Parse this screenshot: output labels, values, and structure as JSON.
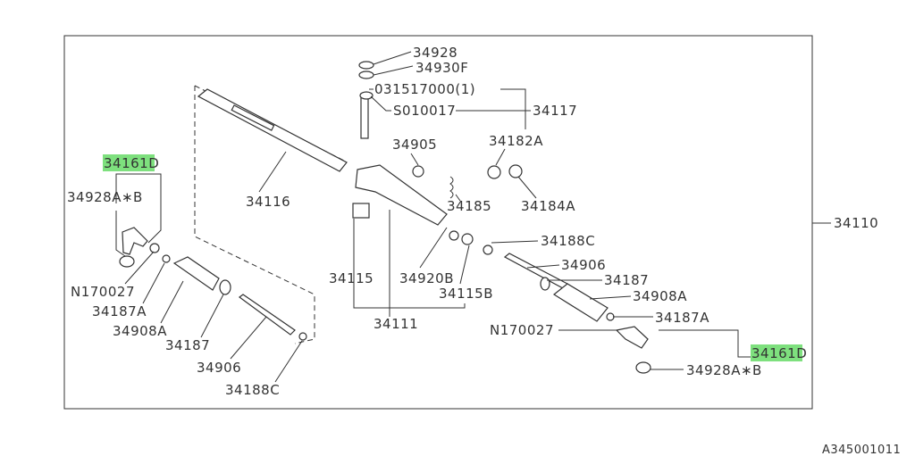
{
  "diagram_code": "A345001011",
  "highlight_color": "#7ee07e",
  "labels": {
    "p34928": "34928",
    "p34930F": "34930F",
    "p031517000": "031517000(1)",
    "pS010017": "S010017",
    "p34117": "34117",
    "p34905": "34905",
    "p34182A": "34182A",
    "p34116": "34116",
    "p34185": "34185",
    "p34184A": "34184A",
    "p34110": "34110",
    "p34188C_r": "34188C",
    "p34906_r": "34906",
    "p34187_r": "34187",
    "p34115": "34115",
    "p34920B": "34920B",
    "p34115B": "34115B",
    "p34908A_r": "34908A",
    "p34111": "34111",
    "p34187A_r": "34187A",
    "pN170027_r": "N170027",
    "p34161D_r": "34161D",
    "p34928AB_r": "34928A∗B",
    "p34161D_l": "34161D",
    "p34928AB_l": "34928A∗B",
    "pN170027_l": "N170027",
    "p34187A_l": "34187A",
    "p34908A_l": "34908A",
    "p34187_l": "34187",
    "p34906_l": "34906",
    "p34188C_l": "34188C"
  }
}
